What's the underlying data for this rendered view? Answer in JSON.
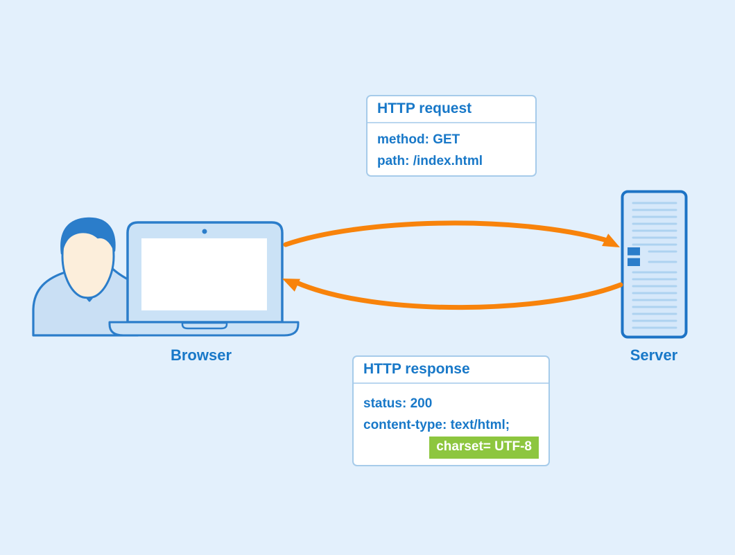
{
  "title": "HTTP request / response flow between browser and server",
  "colors": {
    "background": "#e3f0fc",
    "accent_blue": "#1878c8",
    "outline_blue": "#2b7dca",
    "server_border_blue": "#1d73c5",
    "fill_light_blue": "#cbe2f6",
    "server_fill": "#d6e8fa",
    "server_line": "#add2f0",
    "box_border": "#a6cbea",
    "divider": "#b9d6ef",
    "arrow_orange": "#f8830b",
    "highlight_green": "#8dc63f",
    "skin": "#fceedb",
    "shirt": "#c9dff4"
  },
  "request_box": {
    "title": "HTTP request",
    "rows": [
      "method: GET",
      "path: /index.html"
    ]
  },
  "response_box": {
    "title": "HTTP response",
    "rows": [
      "status: 200",
      "content-type: text/html;"
    ],
    "highlight": "charset= UTF-8"
  },
  "labels": {
    "browser": "Browser",
    "server": "Server"
  },
  "icons": {
    "person": "person-icon",
    "laptop": "laptop-icon",
    "server": "server-icon",
    "request_arrow": "arrow-right-icon",
    "response_arrow": "arrow-left-icon"
  }
}
